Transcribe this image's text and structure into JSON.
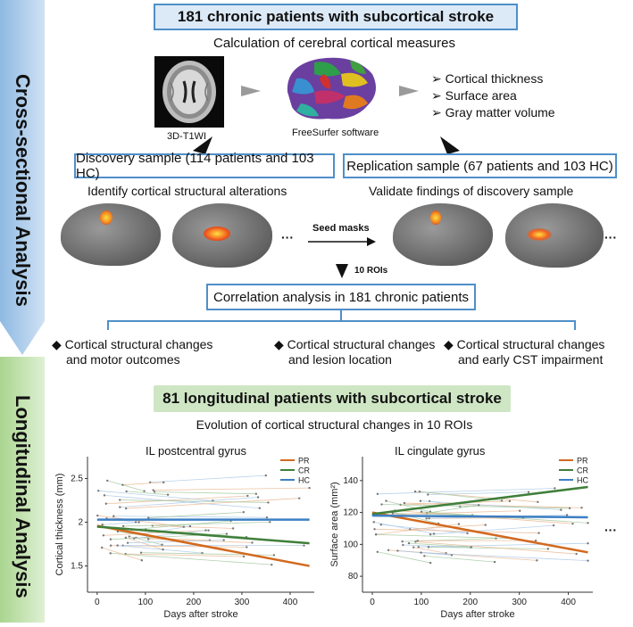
{
  "side_labels": {
    "cross_sectional": "Cross-sectional Analysis",
    "longitudinal": "Longitudinal Analysis"
  },
  "header": {
    "title": "181 chronic patients with subcortical stroke",
    "subtitle": "Calculation of cerebral cortical measures"
  },
  "pipeline": {
    "mri_label": "3D-T1WI",
    "freesurfer_label": "FreeSurfer software",
    "measures": [
      "Cortical thickness",
      "Surface area",
      "Gray matter volume"
    ]
  },
  "samples": {
    "discovery": "Discovery sample (114 patients and 103 HC)",
    "replication": "Replication sample (67 patients and 103 HC)",
    "discovery_caption": "Identify cortical structural alterations",
    "replication_caption": "Validate findings of discovery sample",
    "seed_masks": "Seed masks",
    "ellipsis": "···",
    "rois": "10 ROIs"
  },
  "correlation": {
    "title": "Correlation analysis in 181 chronic patients",
    "items": [
      {
        "line1": "Cortical structural changes",
        "line2": "and motor outcomes"
      },
      {
        "line1": "Cortical structural changes",
        "line2": "and lesion location"
      },
      {
        "line1": "Cortical structural changes",
        "line2": "and early CST impairment"
      }
    ]
  },
  "longitudinal": {
    "title": "81 longitudinal patients with subcortical stroke",
    "subtitle": "Evolution of cortical structural changes in 10 ROIs",
    "ellipsis": "···"
  },
  "colors": {
    "accent_blue": "#4f8fc9",
    "title_box_blue": "#dce9f7",
    "title_box_green": "#cfe6c4",
    "PR": "#d2691e",
    "CR": "#3f7f3a",
    "HC": "#3d7fc4"
  },
  "chart_data": [
    {
      "type": "line",
      "title": "IL postcentral gyrus",
      "xlabel": "Days after stroke",
      "ylabel": "Cortical thickness (mm)",
      "xlim": [
        -20,
        450
      ],
      "ylim": [
        1.2,
        2.75
      ],
      "xticks": [
        0,
        100,
        200,
        300,
        400
      ],
      "yticks": [
        1.5,
        2.0,
        2.5
      ],
      "legend": "top-right",
      "series": [
        {
          "name": "PR",
          "x": [
            0,
            440
          ],
          "y": [
            1.96,
            1.5
          ]
        },
        {
          "name": "CR",
          "x": [
            0,
            440
          ],
          "y": [
            1.95,
            1.76
          ]
        },
        {
          "name": "HC",
          "x": [
            0,
            440
          ],
          "y": [
            2.03,
            2.03
          ]
        }
      ]
    },
    {
      "type": "line",
      "title": "IL cingulate gyrus",
      "xlabel": "Days after stroke",
      "ylabel": "Surface area (mm²)",
      "xlim": [
        -20,
        450
      ],
      "ylim": [
        70,
        155
      ],
      "xticks": [
        0,
        100,
        200,
        300,
        400
      ],
      "yticks": [
        80,
        100,
        120,
        140
      ],
      "legend": "top-right",
      "series": [
        {
          "name": "PR",
          "x": [
            0,
            440
          ],
          "y": [
            120,
            95
          ]
        },
        {
          "name": "CR",
          "x": [
            0,
            440
          ],
          "y": [
            119,
            136
          ]
        },
        {
          "name": "HC",
          "x": [
            0,
            440
          ],
          "y": [
            118,
            117
          ]
        }
      ]
    }
  ]
}
